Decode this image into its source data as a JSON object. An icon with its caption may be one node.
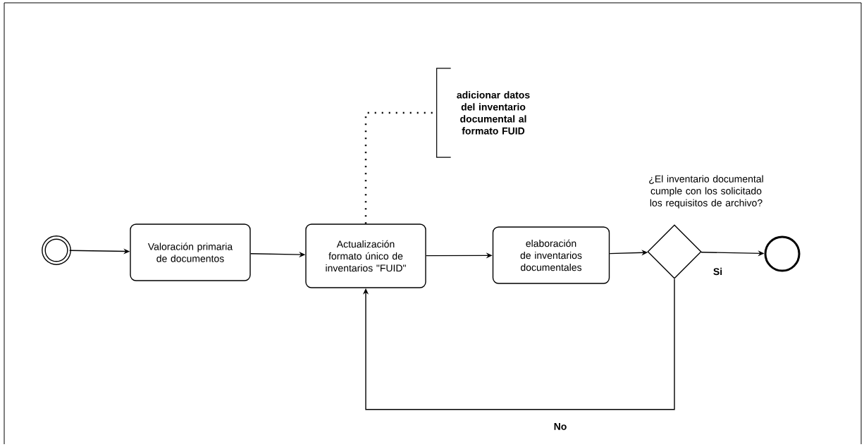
{
  "diagram": {
    "nodes": [
      {
        "text": [],
        "shape": "circle"
      },
      {
        "text": [
          "Valoración primaria de documentos"
        ]
      },
      {
        "text": [
          "Actualización formato único de inventarios \"FUID\""
        ]
      },
      {
        "text": [
          "adicionar datos del inventario documental al formato FUID"
        ]
      },
      {
        "text": [
          "elaboración de inventarios documentales"
        ]
      },
      {
        "text": [],
        "shape": "diamond",
        "beside": [
          "¿El inventario documental cumple con los solicitado los requisitos de archivo?"
        ]
      },
      {
        "text": [],
        "shape": "circle"
      }
    ],
    "edges": [
      {
        "from": 0,
        "to": 1,
        "arrow": "to"
      },
      {
        "from": 1,
        "to": 2,
        "arrow": "to"
      },
      {
        "from": 2,
        "to": 3,
        "arrow": "none",
        "style": "dashed"
      },
      {
        "from": 2,
        "to": 4,
        "arrow": "to"
      },
      {
        "from": 4,
        "to": 5,
        "arrow": "to"
      },
      {
        "from": 5,
        "to": 6,
        "arrow": "to",
        "label": "Si"
      },
      {
        "from": 5,
        "to": 2,
        "arrow": "to",
        "label": "No"
      }
    ]
  }
}
